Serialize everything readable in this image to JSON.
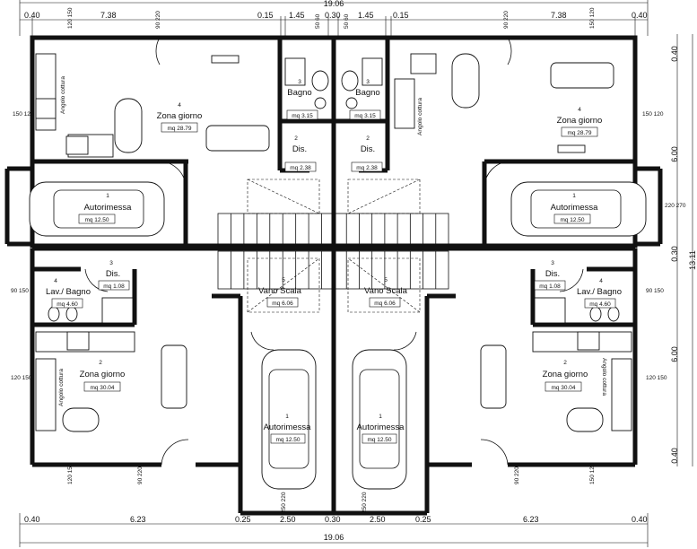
{
  "dims_top": {
    "total": "19.06",
    "segments": [
      "0.40",
      "7.38",
      "0.15",
      "1.45",
      "0.30",
      "1.45",
      "0.15",
      "7.38",
      "0.40"
    ]
  },
  "dims_bottom": {
    "total": "19.06",
    "segments": [
      "0.40",
      "6.23",
      "0.25",
      "2.50",
      "0.30",
      "2.50",
      "0.25",
      "6.23",
      "0.40"
    ]
  },
  "dims_right": {
    "total": "13.11",
    "segments": [
      "0.40",
      "6.00",
      "0.30",
      "6.00",
      "0.40"
    ]
  },
  "openings": {
    "w_120_150": "120\n150",
    "w_150_120": "150\n120",
    "w_90_150": "90\n150",
    "w_50_60": "50\n60",
    "w_90_220": "90\n220",
    "w_220_270": "220\n270",
    "w_250_220": "250\n220"
  },
  "rooms": {
    "zona_giorno_top_left": {
      "num": "4",
      "name": "Zona giorno",
      "area": "mq 28.79"
    },
    "zona_giorno_top_right": {
      "num": "4",
      "name": "Zona giorno",
      "area": "mq 28.79"
    },
    "angolo_cottura": "Angolo cottura",
    "bagno_left": {
      "num": "3",
      "name": "Bagno",
      "area": "mq 3.15"
    },
    "bagno_right": {
      "num": "3",
      "name": "Bagno",
      "area": "mq 3.15"
    },
    "dis_top_left": {
      "num": "2",
      "name": "Dis.",
      "area": "mq 2.38"
    },
    "dis_top_right": {
      "num": "2",
      "name": "Dis.",
      "area": "mq 2.38"
    },
    "autorimessa_left": {
      "num": "1",
      "name": "Autorimessa",
      "area": "mq 12.50"
    },
    "autorimessa_right": {
      "num": "1",
      "name": "Autorimessa",
      "area": "mq 12.50"
    },
    "dis_bottom_left": {
      "num": "3",
      "name": "Dis.",
      "area": "mq 1.08"
    },
    "dis_bottom_right": {
      "num": "3",
      "name": "Dis.",
      "area": "mq 1.08"
    },
    "lav_bagno_left": {
      "num": "4",
      "name": "Lav./ Bagno",
      "area": "mq 4.60"
    },
    "lav_bagno_right": {
      "num": "4",
      "name": "Lav./ Bagno",
      "area": "mq 4.60"
    },
    "vano_scala_left": {
      "num": "5",
      "name": "Vano Scala",
      "area": "mq 6.06"
    },
    "vano_scala_right": {
      "num": "5",
      "name": "Vano Scala",
      "area": "mq 6.06"
    },
    "zona_giorno_bottom_left": {
      "num": "2",
      "name": "Zona giorno",
      "area": "mq 30.04"
    },
    "zona_giorno_bottom_right": {
      "num": "2",
      "name": "Zona giorno",
      "area": "mq 30.04"
    },
    "autorimessa_bottom_left": {
      "num": "1",
      "name": "Autorimessa",
      "area": "mq 12.50"
    },
    "autorimessa_bottom_right": {
      "num": "1",
      "name": "Autorimessa",
      "area": "mq 12.50"
    }
  }
}
